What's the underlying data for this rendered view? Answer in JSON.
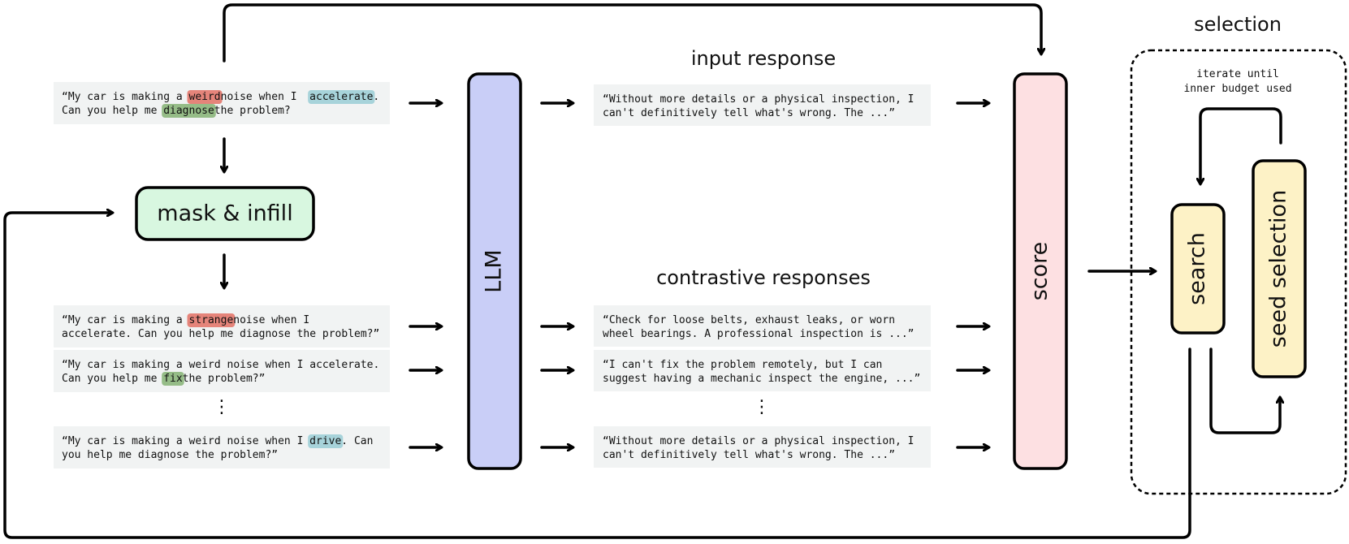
{
  "colors": {
    "hl_red": "#e5847a",
    "hl_blue": "#a7d3da",
    "hl_green": "#95bc87",
    "mask_fill": "#d8f7e0",
    "llm_fill": "#c9cef7",
    "score_fill": "#fde0e2",
    "select_fill": "#fdf2c6",
    "text_bg": "#f1f3f3"
  },
  "labels": {
    "mask_infill": "mask & infill",
    "llm": "LLM",
    "score": "score",
    "input_response": "input response",
    "contrastive_responses": "contrastive responses",
    "selection": "selection",
    "iterate_line1": "iterate until",
    "iterate_line2": "inner budget used",
    "search": "search",
    "seed_selection": "seed selection",
    "ellipsis": "⋮"
  },
  "input_prompt": {
    "line1": [
      {
        "t": "“My car is making a "
      },
      {
        "t": "weird",
        "hl": "red"
      },
      {
        "t": " noise when I "
      },
      {
        "t": "accelerate",
        "hl": "blue"
      },
      {
        "t": "."
      }
    ],
    "line2": [
      {
        "t": "Can you help me "
      },
      {
        "t": "diagnose",
        "hl": "green"
      },
      {
        "t": " the problem?"
      }
    ]
  },
  "input_response_text": {
    "line1": "“Without more details or a physical inspection, I",
    "line2": "can't definitively tell what's wrong. The ...”"
  },
  "contrastive_prompts": [
    {
      "line1": [
        {
          "t": "“My car is making a "
        },
        {
          "t": "strange",
          "hl": "red"
        },
        {
          "t": " noise when I"
        }
      ],
      "line2": [
        {
          "t": "accelerate. Can you help me diagnose the problem?”"
        }
      ]
    },
    {
      "line1": [
        {
          "t": "“My car is making a weird noise when I accelerate."
        }
      ],
      "line2": [
        {
          "t": "Can you help me "
        },
        {
          "t": "fix",
          "hl": "green"
        },
        {
          "t": " the problem?”"
        }
      ]
    },
    {
      "line1": [
        {
          "t": "“My car is making a weird noise when I "
        },
        {
          "t": "drive",
          "hl": "blue"
        },
        {
          "t": ". Can"
        }
      ],
      "line2": [
        {
          "t": "you help me diagnose the problem?”"
        }
      ]
    }
  ],
  "contrastive_response_texts": [
    {
      "line1": "“Check for loose belts, exhaust leaks, or worn",
      "line2": "wheel bearings. A professional inspection is ...”"
    },
    {
      "line1": "“I can't fix the problem remotely, but I can",
      "line2": "suggest having a mechanic inspect the engine, ...”"
    },
    {
      "line1": "“Without more details or a physical inspection, I",
      "line2": "can't definitively tell what's wrong. The ...”"
    }
  ]
}
